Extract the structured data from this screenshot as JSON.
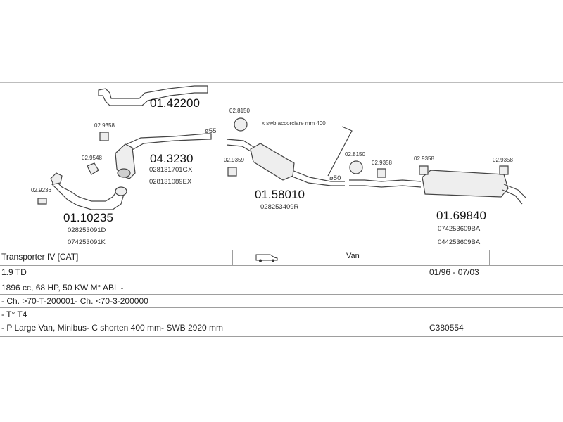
{
  "parts": [
    {
      "number": "01.42200",
      "oe": []
    },
    {
      "number": "04.3230",
      "oe": [
        "028131701GX",
        "028131089EX"
      ]
    },
    {
      "number": "01.10235",
      "oe": [
        "028253091D",
        "074253091K"
      ]
    },
    {
      "number": "01.58010",
      "oe": [
        "028253409R"
      ]
    },
    {
      "number": "01.69840",
      "oe": [
        "074253609BA",
        "044253609BA"
      ]
    }
  ],
  "accessories": [
    "02.9358",
    "02.9548",
    "02.9236",
    "02.8150",
    "02.9359",
    "02.8150",
    "02.9358",
    "02.9358",
    "02.9358"
  ],
  "annotations": {
    "swb_note": "x swb accorciare mm 400",
    "diam_55": "ø55",
    "diam_50": "ø50"
  },
  "table": {
    "model": "Transporter IV [CAT]",
    "body_type": "Van",
    "body_icon": "van-icon",
    "engine": "1.9 TD",
    "dates": "01/96 - 07/03",
    "specs": "1896 cc, 68 HP, 50 KW M° ABL -",
    "chassis": "- Ch. >70-T-200001- Ch. <70-3-200000",
    "type": "- T° T4",
    "variant": "- P Large Van, Minibus- C shorten 400 mm- SWB 2920 mm",
    "code": "C380554"
  }
}
